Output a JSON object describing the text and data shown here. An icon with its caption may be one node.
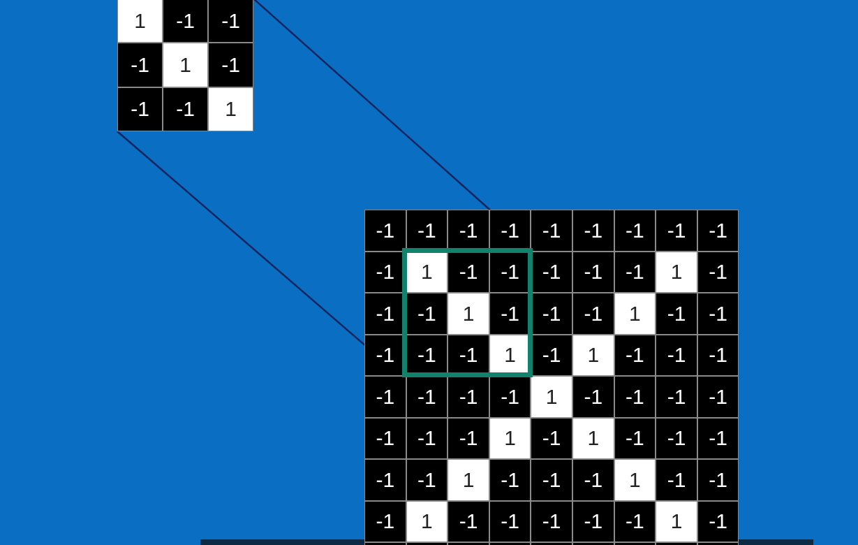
{
  "diagram": {
    "nodes": [
      {
        "text": [],
        "shape": "box"
      },
      {
        "text": [],
        "shape": "box"
      }
    ],
    "edges": [
      {
        "from": 0,
        "to": 1,
        "arrow": "none"
      },
      {
        "from": 0,
        "to": 1,
        "arrow": "none"
      }
    ],
    "labels": [
      "1",
      "-1",
      "-1",
      "-1",
      "1",
      "-1",
      "-1",
      "-1",
      "1",
      "-1",
      "-1",
      "-1",
      "-1",
      "-1",
      "-1",
      "-1",
      "-1",
      "-1",
      "-1",
      "1",
      "-1",
      "-1",
      "-1",
      "-1",
      "-1",
      "1",
      "-1",
      "-1",
      "-1",
      "1",
      "-1",
      "-1",
      "-1",
      "1",
      "-1",
      "-1",
      "-1",
      "-1",
      "-1",
      "1",
      "-1",
      "1",
      "-1",
      "-1",
      "-1",
      "-1",
      "-1",
      "-1",
      "-1",
      "1",
      "-1",
      "-1",
      "-1",
      "-1",
      "-1",
      "-1",
      "-1",
      "1",
      "-1",
      "1",
      "-1",
      "-1",
      "-1",
      "-1",
      "-1",
      "1",
      "-1",
      "-1",
      "-1",
      "1",
      "-1",
      "-1",
      "-1",
      "1",
      "-1",
      "-1",
      "-1",
      "-1",
      "-1",
      "1",
      "-1"
    ]
  }
}
